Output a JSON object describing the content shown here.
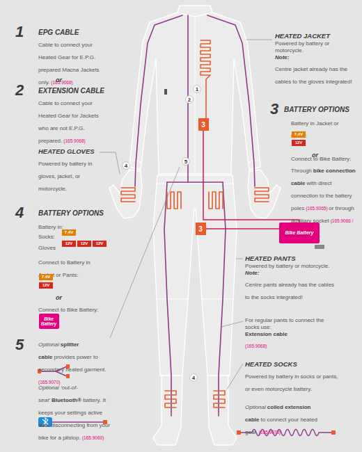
{
  "diagram": {
    "nodes": [
      {
        "text": [
          "1"
        ]
      },
      {
        "text": [
          "2"
        ]
      },
      {
        "text": [
          "3"
        ]
      },
      {
        "text": [
          "7,4V"
        ]
      },
      {
        "text": [
          "12V"
        ]
      },
      {
        "text": [
          "5"
        ]
      },
      {
        "text": [
          "4"
        ]
      },
      {
        "text": [
          "Bike Battery"
        ]
      },
      {
        "text": [
          "3"
        ]
      },
      {
        "text": [
          "7,4V"
        ]
      },
      {
        "text": [
          "12V"
        ]
      },
      {
        "text": [
          "12V"
        ]
      },
      {
        "text": [
          "12V"
        ]
      },
      {
        "text": [
          "7,4V"
        ]
      },
      {
        "text": [
          "12V"
        ]
      },
      {
        "text": [
          "Bike Battery"
        ]
      },
      {
        "text": [
          "4"
        ]
      }
    ],
    "edges": [
      {
        "from": 2,
        "to": 7,
        "arrow": "none"
      },
      {
        "from": 8,
        "to": 7,
        "arrow": "none"
      }
    ],
    "labels": [
      "1",
      "EPG CABLE",
      "Cable to connect your Heated Gear for E.P.G. prepared Macna Jackets only.",
      "(165.9068)",
      "or",
      "2",
      "EXTENSION CABLE",
      "Cable to connect your Heated Gear for Jackets who are not E.P.G. prepared.",
      "(165.9068)",
      "HEATED GLOVES",
      "Powered by battery in gloves, jacket, or motorcycle.",
      "4",
      "BATTERY OPTIONS",
      "Battery in:",
      "Socks:",
      "Gloves",
      "Connect to Battery in Jacket or Pants:",
      "or",
      "Connect to Bike Battery:",
      "5",
      "Optional",
      "splitter cable",
      "provides power to secondary heated garment.",
      "(165.9070)",
      "Optional ‘out-of-seat’",
      "Bluetooth®",
      "battery. It keeps your settings active after disconnecting from your bike for a pitstop.",
      "(165.9060)",
      "HEATED JACKET",
      "Powered by battery or motorcycle.",
      "Note:",
      "Centre jacket already has the cables to the gloves integrated!",
      "3",
      "BATTERY OPTIONS",
      "Battery in Jacket or Pants:",
      "or",
      "Connect to Bike Battery:",
      "Through",
      "bike connection cable",
      "with direct connection to the battery poles",
      "(165.9065)",
      "or through auxiliary socket",
      "(165.9066 / 165.9067)",
      "HEATED PANTS",
      "Powered by battery or motorcycle.",
      "Note:",
      "Centre pants already has the cables to the socks integrated!",
      "For regular pants to connect the socks use:",
      "Extension cable",
      "(165.9068)",
      "HEATED SOCKS",
      "Powered by battery in socks or pants, or even motorcycle battery.",
      "Optional",
      "coiled extension cable",
      "to connect your heated gear.",
      "(165.9073)"
    ]
  }
}
